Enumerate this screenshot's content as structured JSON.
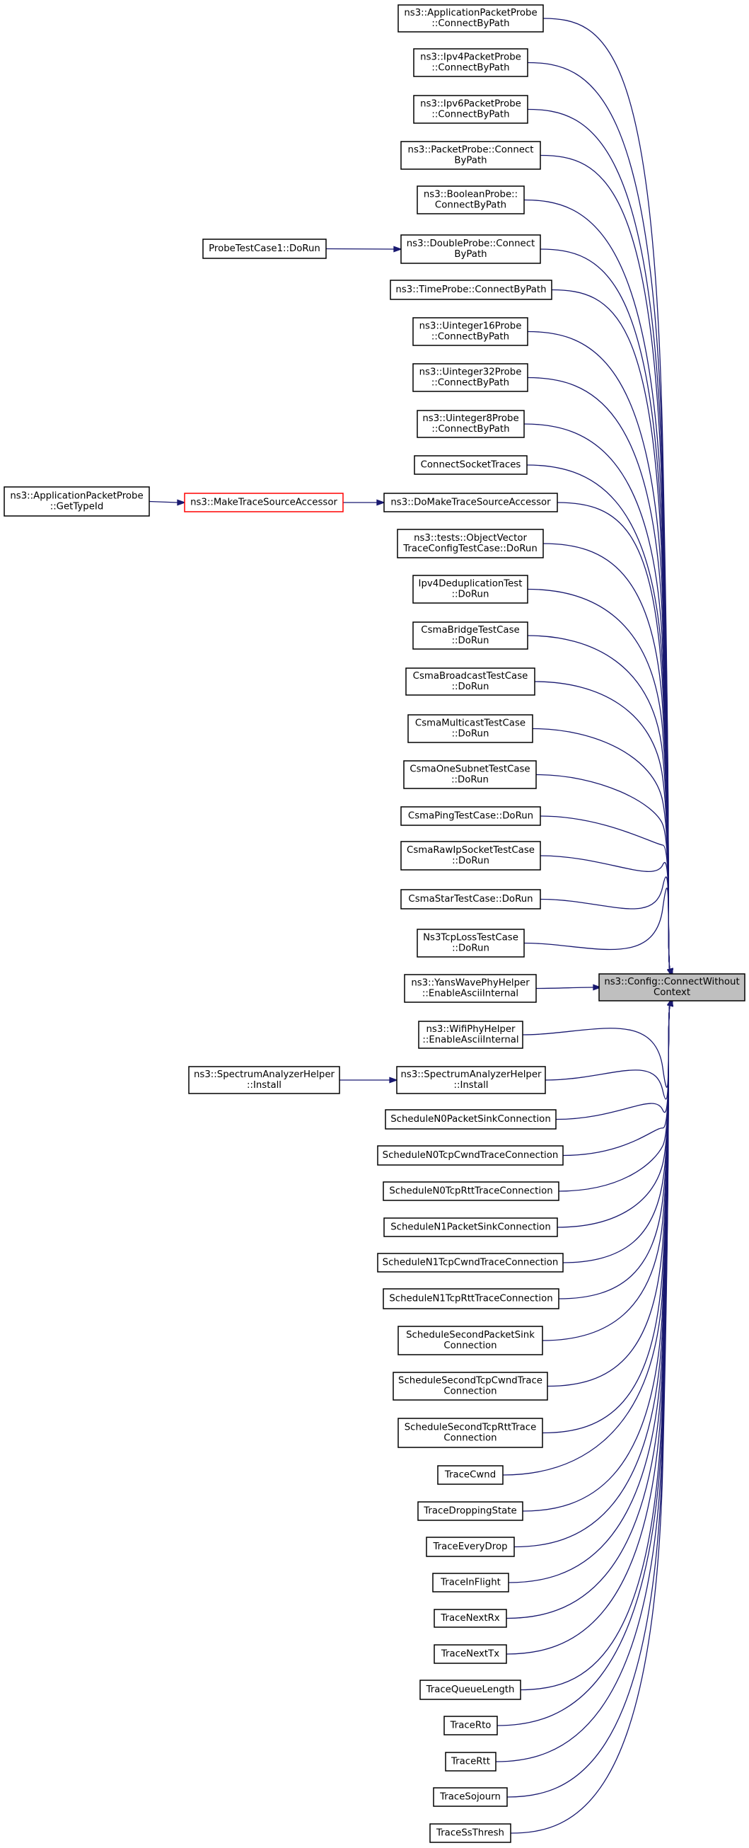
{
  "target": "n0",
  "nodes": [
    {
      "id": "n0",
      "lines": [
        "ns3::Config::ConnectWithout",
        "Context"
      ],
      "style": "target"
    },
    {
      "id": "n1",
      "lines": [
        "ns3::ApplicationPacketProbe",
        "::ConnectByPath"
      ]
    },
    {
      "id": "n2",
      "lines": [
        "ns3::Ipv4PacketProbe",
        "::ConnectByPath"
      ]
    },
    {
      "id": "n3",
      "lines": [
        "ns3::Ipv6PacketProbe",
        "::ConnectByPath"
      ]
    },
    {
      "id": "n4",
      "lines": [
        "ns3::PacketProbe::Connect",
        "ByPath"
      ]
    },
    {
      "id": "n5",
      "lines": [
        "ns3::BooleanProbe::",
        "ConnectByPath"
      ]
    },
    {
      "id": "n6",
      "lines": [
        "ns3::DoubleProbe::Connect",
        "ByPath"
      ]
    },
    {
      "id": "n6a",
      "lines": [
        "ProbeTestCase1::DoRun"
      ]
    },
    {
      "id": "n7",
      "lines": [
        "ns3::TimeProbe::ConnectByPath"
      ]
    },
    {
      "id": "n8",
      "lines": [
        "ns3::Uinteger16Probe",
        "::ConnectByPath"
      ]
    },
    {
      "id": "n9",
      "lines": [
        "ns3::Uinteger32Probe",
        "::ConnectByPath"
      ]
    },
    {
      "id": "n10",
      "lines": [
        "ns3::Uinteger8Probe",
        "::ConnectByPath"
      ]
    },
    {
      "id": "n11",
      "lines": [
        "ConnectSocketTraces"
      ]
    },
    {
      "id": "n12",
      "lines": [
        "ns3::DoMakeTraceSourceAccessor"
      ]
    },
    {
      "id": "n12a",
      "lines": [
        "ns3::MakeTraceSourceAccessor"
      ],
      "style": "red"
    },
    {
      "id": "n12b",
      "lines": [
        "ns3::ApplicationPacketProbe",
        "::GetTypeId"
      ]
    },
    {
      "id": "n13",
      "lines": [
        "ns3::tests::ObjectVector",
        "TraceConfigTestCase::DoRun"
      ]
    },
    {
      "id": "n14",
      "lines": [
        "Ipv4DeduplicationTest",
        "::DoRun"
      ]
    },
    {
      "id": "n15",
      "lines": [
        "CsmaBridgeTestCase",
        "::DoRun"
      ]
    },
    {
      "id": "n16",
      "lines": [
        "CsmaBroadcastTestCase",
        "::DoRun"
      ]
    },
    {
      "id": "n17",
      "lines": [
        "CsmaMulticastTestCase",
        "::DoRun"
      ]
    },
    {
      "id": "n18",
      "lines": [
        "CsmaOneSubnetTestCase",
        "::DoRun"
      ]
    },
    {
      "id": "n19",
      "lines": [
        "CsmaPingTestCase::DoRun"
      ]
    },
    {
      "id": "n20",
      "lines": [
        "CsmaRawIpSocketTestCase",
        "::DoRun"
      ]
    },
    {
      "id": "n21",
      "lines": [
        "CsmaStarTestCase::DoRun"
      ]
    },
    {
      "id": "n22",
      "lines": [
        "Ns3TcpLossTestCase",
        "::DoRun"
      ]
    },
    {
      "id": "n23",
      "lines": [
        "ns3::YansWavePhyHelper",
        "::EnableAsciiInternal"
      ]
    },
    {
      "id": "n24",
      "lines": [
        "ns3::WifiPhyHelper",
        "::EnableAsciiInternal"
      ]
    },
    {
      "id": "n25",
      "lines": [
        "ns3::SpectrumAnalyzerHelper",
        "::Install"
      ]
    },
    {
      "id": "n25a",
      "lines": [
        "ns3::SpectrumAnalyzerHelper",
        "::Install"
      ]
    },
    {
      "id": "n26",
      "lines": [
        "ScheduleN0PacketSinkConnection"
      ]
    },
    {
      "id": "n27",
      "lines": [
        "ScheduleN0TcpCwndTraceConnection"
      ]
    },
    {
      "id": "n28",
      "lines": [
        "ScheduleN0TcpRttTraceConnection"
      ]
    },
    {
      "id": "n29",
      "lines": [
        "ScheduleN1PacketSinkConnection"
      ]
    },
    {
      "id": "n30",
      "lines": [
        "ScheduleN1TcpCwndTraceConnection"
      ]
    },
    {
      "id": "n31",
      "lines": [
        "ScheduleN1TcpRttTraceConnection"
      ]
    },
    {
      "id": "n32",
      "lines": [
        "ScheduleSecondPacketSink",
        "Connection"
      ]
    },
    {
      "id": "n33",
      "lines": [
        "ScheduleSecondTcpCwndTrace",
        "Connection"
      ]
    },
    {
      "id": "n34",
      "lines": [
        "ScheduleSecondTcpRttTrace",
        "Connection"
      ]
    },
    {
      "id": "n35",
      "lines": [
        "TraceCwnd"
      ]
    },
    {
      "id": "n36",
      "lines": [
        "TraceDroppingState"
      ]
    },
    {
      "id": "n37",
      "lines": [
        "TraceEveryDrop"
      ]
    },
    {
      "id": "n38",
      "lines": [
        "TraceInFlight"
      ]
    },
    {
      "id": "n39",
      "lines": [
        "TraceNextRx"
      ]
    },
    {
      "id": "n40",
      "lines": [
        "TraceNextTx"
      ]
    },
    {
      "id": "n41",
      "lines": [
        "TraceQueueLength"
      ]
    },
    {
      "id": "n42",
      "lines": [
        "TraceRto"
      ]
    },
    {
      "id": "n43",
      "lines": [
        "TraceRtt"
      ]
    },
    {
      "id": "n44",
      "lines": [
        "TraceSojourn"
      ]
    },
    {
      "id": "n45",
      "lines": [
        "TraceSsThresh"
      ]
    }
  ],
  "edges": [
    {
      "from": "n1",
      "to": "n0"
    },
    {
      "from": "n2",
      "to": "n0"
    },
    {
      "from": "n3",
      "to": "n0"
    },
    {
      "from": "n4",
      "to": "n0"
    },
    {
      "from": "n5",
      "to": "n0"
    },
    {
      "from": "n6",
      "to": "n0"
    },
    {
      "from": "n6a",
      "to": "n6"
    },
    {
      "from": "n7",
      "to": "n0"
    },
    {
      "from": "n8",
      "to": "n0"
    },
    {
      "from": "n9",
      "to": "n0"
    },
    {
      "from": "n10",
      "to": "n0"
    },
    {
      "from": "n11",
      "to": "n0"
    },
    {
      "from": "n12",
      "to": "n0"
    },
    {
      "from": "n12a",
      "to": "n12"
    },
    {
      "from": "n12b",
      "to": "n12a"
    },
    {
      "from": "n13",
      "to": "n0"
    },
    {
      "from": "n14",
      "to": "n0"
    },
    {
      "from": "n15",
      "to": "n0"
    },
    {
      "from": "n16",
      "to": "n0"
    },
    {
      "from": "n17",
      "to": "n0"
    },
    {
      "from": "n18",
      "to": "n0"
    },
    {
      "from": "n19",
      "to": "n0"
    },
    {
      "from": "n20",
      "to": "n0"
    },
    {
      "from": "n21",
      "to": "n0"
    },
    {
      "from": "n22",
      "to": "n0"
    },
    {
      "from": "n23",
      "to": "n0"
    },
    {
      "from": "n24",
      "to": "n0"
    },
    {
      "from": "n25",
      "to": "n0"
    },
    {
      "from": "n25a",
      "to": "n25"
    },
    {
      "from": "n26",
      "to": "n0"
    },
    {
      "from": "n27",
      "to": "n0"
    },
    {
      "from": "n28",
      "to": "n0"
    },
    {
      "from": "n29",
      "to": "n0"
    },
    {
      "from": "n30",
      "to": "n0"
    },
    {
      "from": "n31",
      "to": "n0"
    },
    {
      "from": "n32",
      "to": "n0"
    },
    {
      "from": "n33",
      "to": "n0"
    },
    {
      "from": "n34",
      "to": "n0"
    },
    {
      "from": "n35",
      "to": "n0"
    },
    {
      "from": "n36",
      "to": "n0"
    },
    {
      "from": "n37",
      "to": "n0"
    },
    {
      "from": "n38",
      "to": "n0"
    },
    {
      "from": "n39",
      "to": "n0"
    },
    {
      "from": "n40",
      "to": "n0"
    },
    {
      "from": "n41",
      "to": "n0"
    },
    {
      "from": "n42",
      "to": "n0"
    },
    {
      "from": "n43",
      "to": "n0"
    },
    {
      "from": "n44",
      "to": "n0"
    },
    {
      "from": "n45",
      "to": "n0"
    }
  ]
}
